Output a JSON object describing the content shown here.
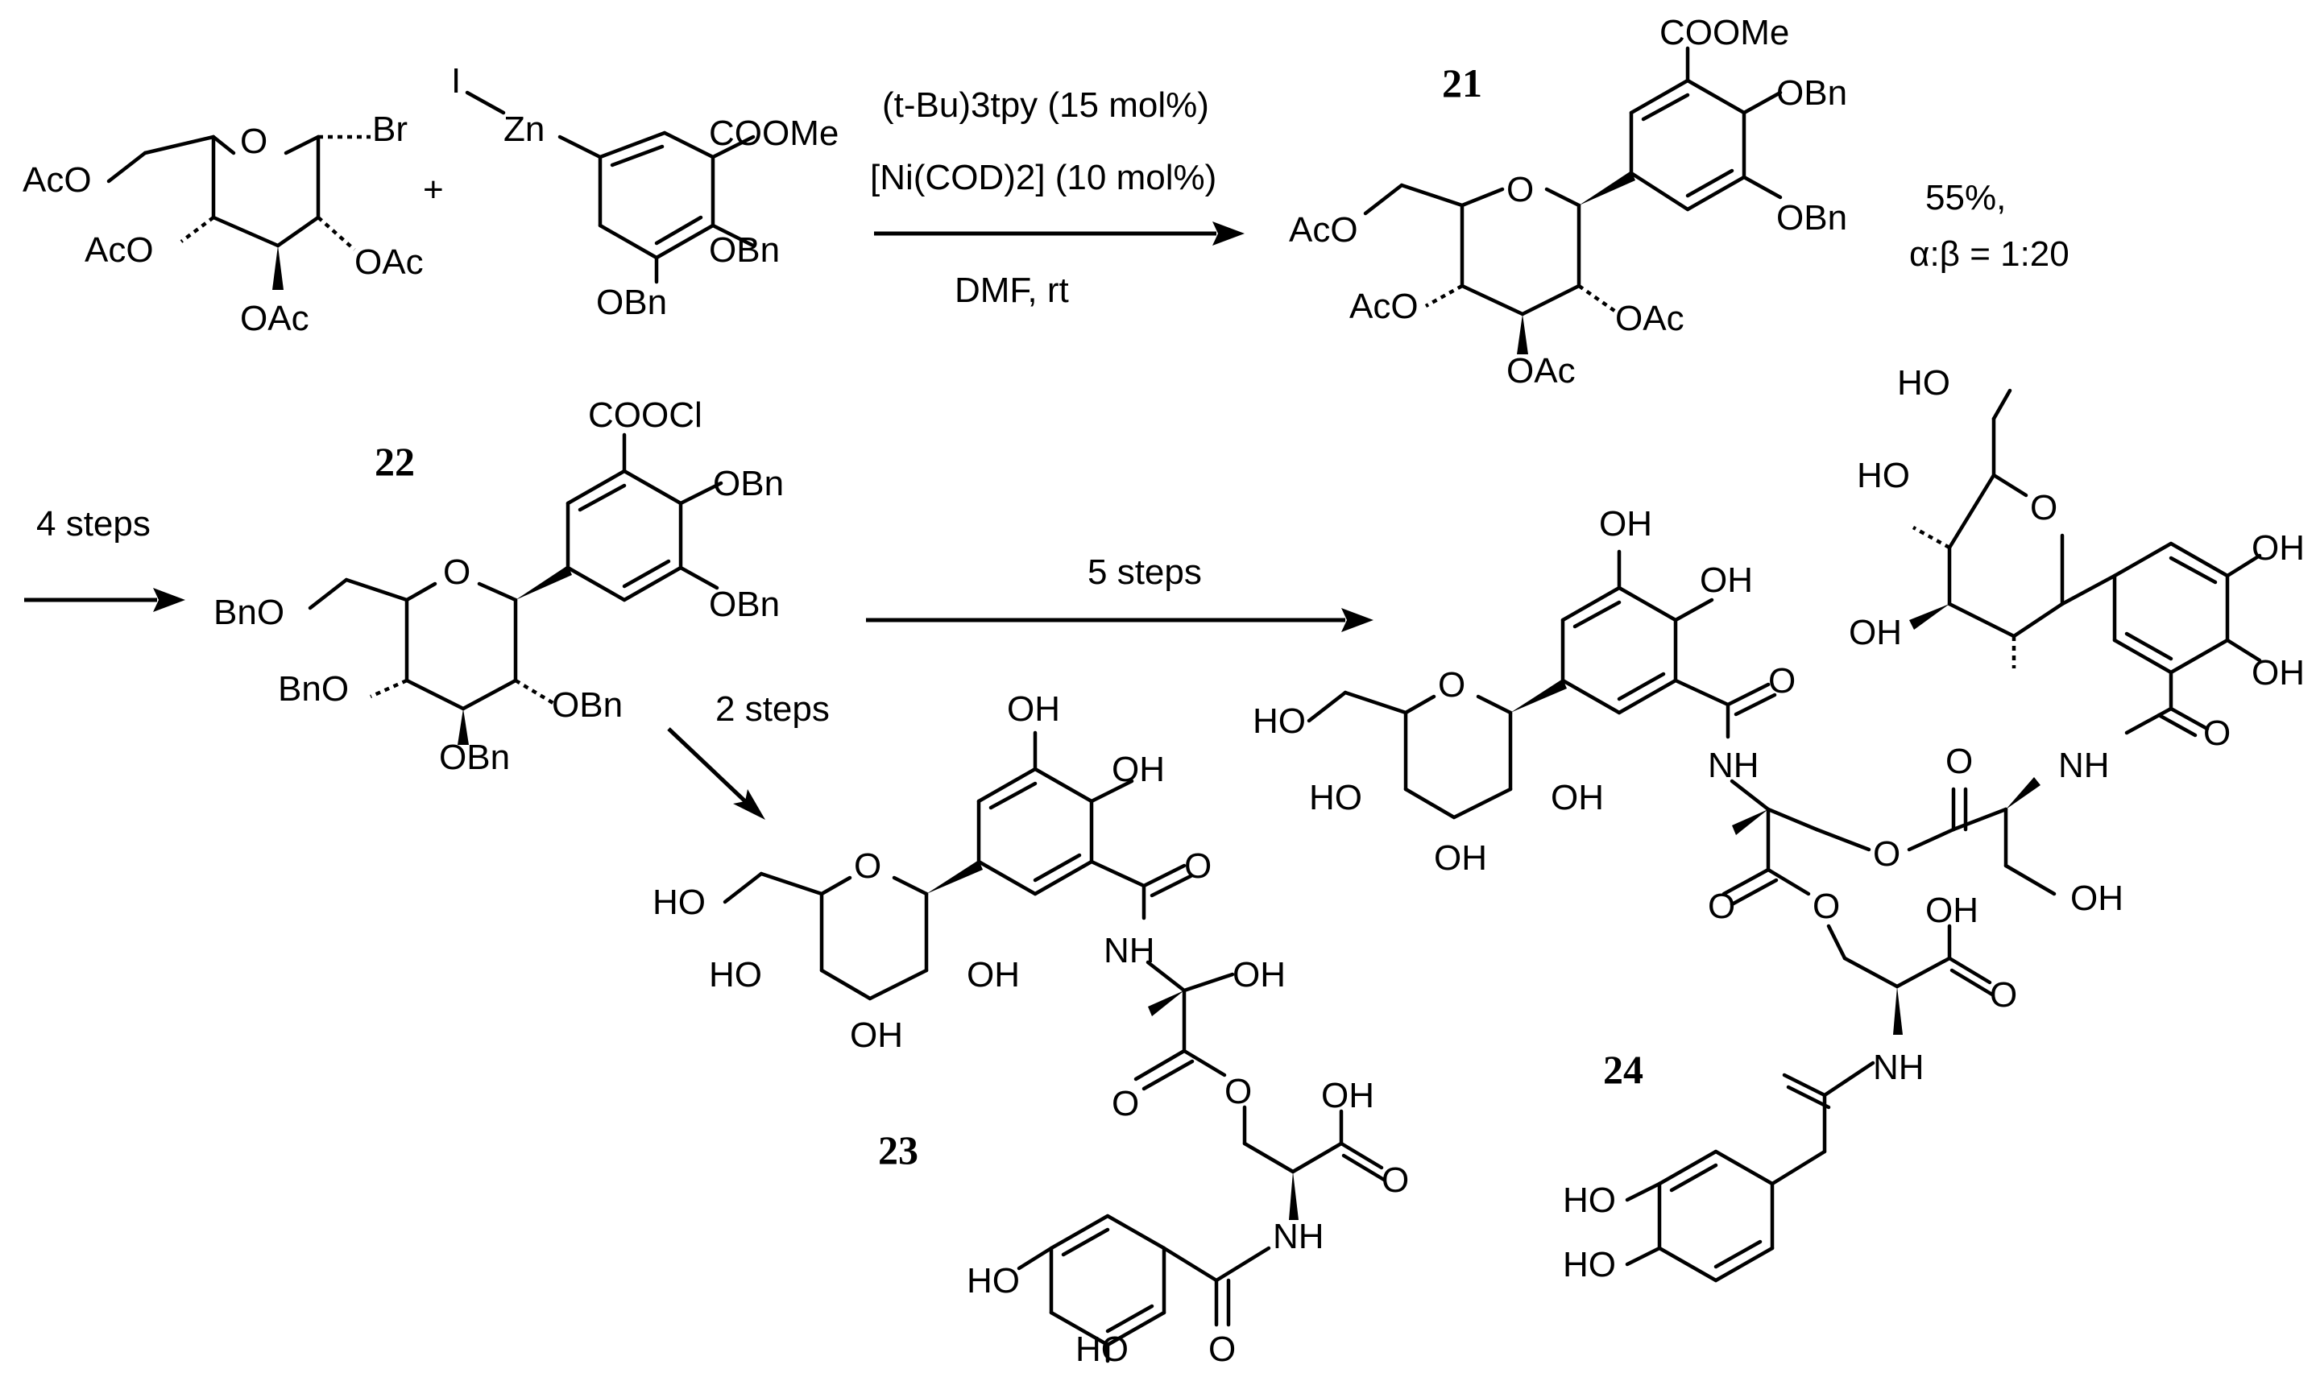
{
  "scheme": {
    "compound_labels": [
      "21",
      "22",
      "23",
      "24"
    ],
    "reaction1": {
      "reagent_line1": "(t-Bu)3tpy (15 mol%)",
      "reagent_line2": "[Ni(COD)2] (10 mol%)",
      "conditions": "DMF, rt",
      "plus": "+",
      "yield": "55%,",
      "selectivity": "α:β = 1:20"
    },
    "arrows": {
      "to_22": "4 steps",
      "to_24": "5 steps",
      "to_23": "2 steps"
    },
    "atom_labels": {
      "glycosyl_bromide": [
        "AcO",
        "O",
        "Br",
        "AcO",
        "OAc",
        "OAc"
      ],
      "zinc_reagent": [
        "I",
        "Zn",
        "COOMe",
        "OBn",
        "OBn"
      ],
      "c21": [
        "COOMe",
        "OBn",
        "AcO",
        "O",
        "OBn",
        "AcO",
        "OAc",
        "OAc"
      ],
      "c22": [
        "COOCl",
        "OBn",
        "BnO",
        "O",
        "OBn",
        "BnO",
        "OBn",
        "OBn"
      ],
      "c23": [
        "OH",
        "OH",
        "HO",
        "O",
        "O",
        "HO",
        "OH",
        "OH",
        "NH",
        "OH",
        "O",
        "O",
        "OH",
        "O",
        "NH",
        "HO",
        "HO",
        "O"
      ],
      "c24": [
        "HO",
        "HO",
        "O",
        "OH",
        "OH",
        "OH",
        "OH",
        "OH",
        "HO",
        "O",
        "O",
        "NH",
        "O",
        "NH",
        "HO",
        "OH",
        "OH",
        "O",
        "O",
        "O",
        "OH",
        "OH",
        "O",
        "O",
        "NH",
        "HO",
        "HO"
      ]
    }
  }
}
